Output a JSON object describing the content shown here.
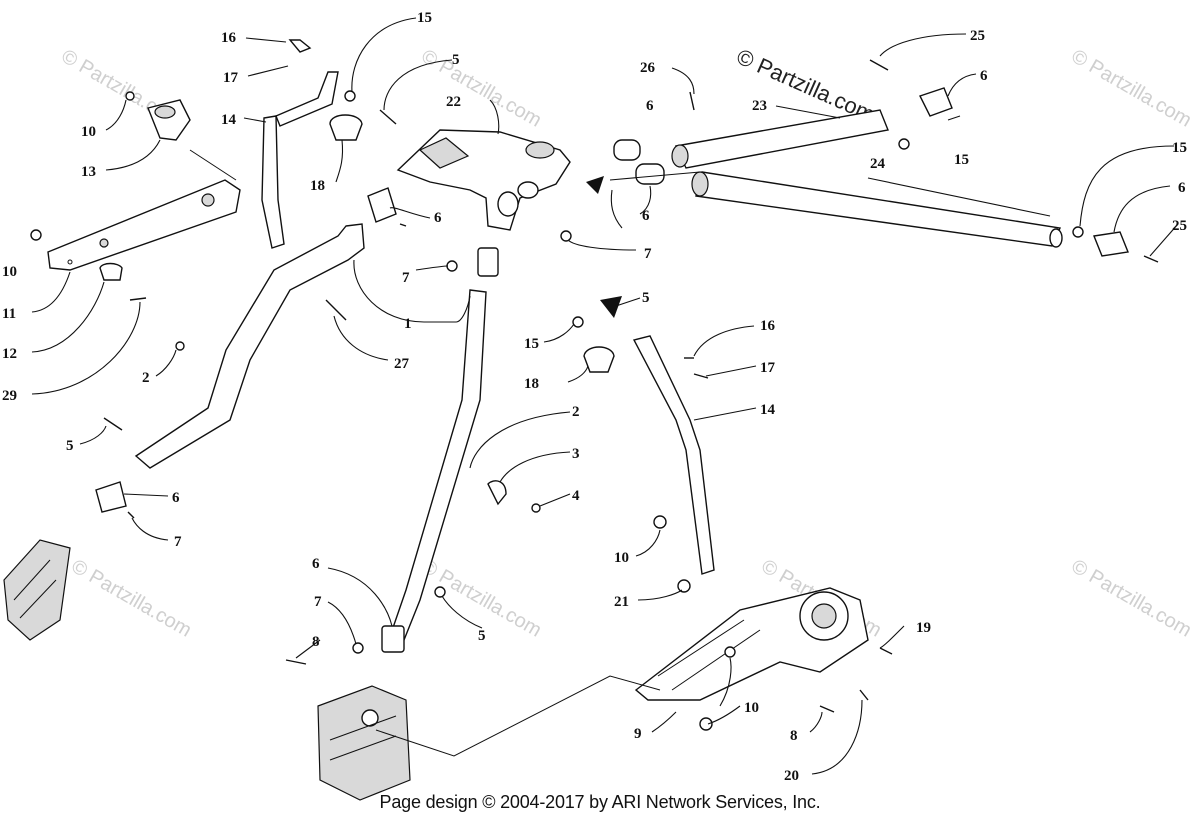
{
  "watermark": "© Partzilla.com",
  "copyright_mark": "© Partzilla.com",
  "footer": "Page design © 2004-2017 by ARI Network Services, Inc.",
  "callouts": [
    "15",
    "16",
    "17",
    "5",
    "14",
    "22",
    "18",
    "10",
    "13",
    "6",
    "26",
    "25",
    "23",
    "24",
    "11",
    "12",
    "29",
    "7",
    "1",
    "27",
    "2",
    "6",
    "5",
    "16",
    "17",
    "18",
    "14",
    "4",
    "3",
    "10",
    "21",
    "19",
    "9",
    "20",
    "8",
    "25",
    "15",
    "6",
    "7",
    "5",
    "8"
  ]
}
